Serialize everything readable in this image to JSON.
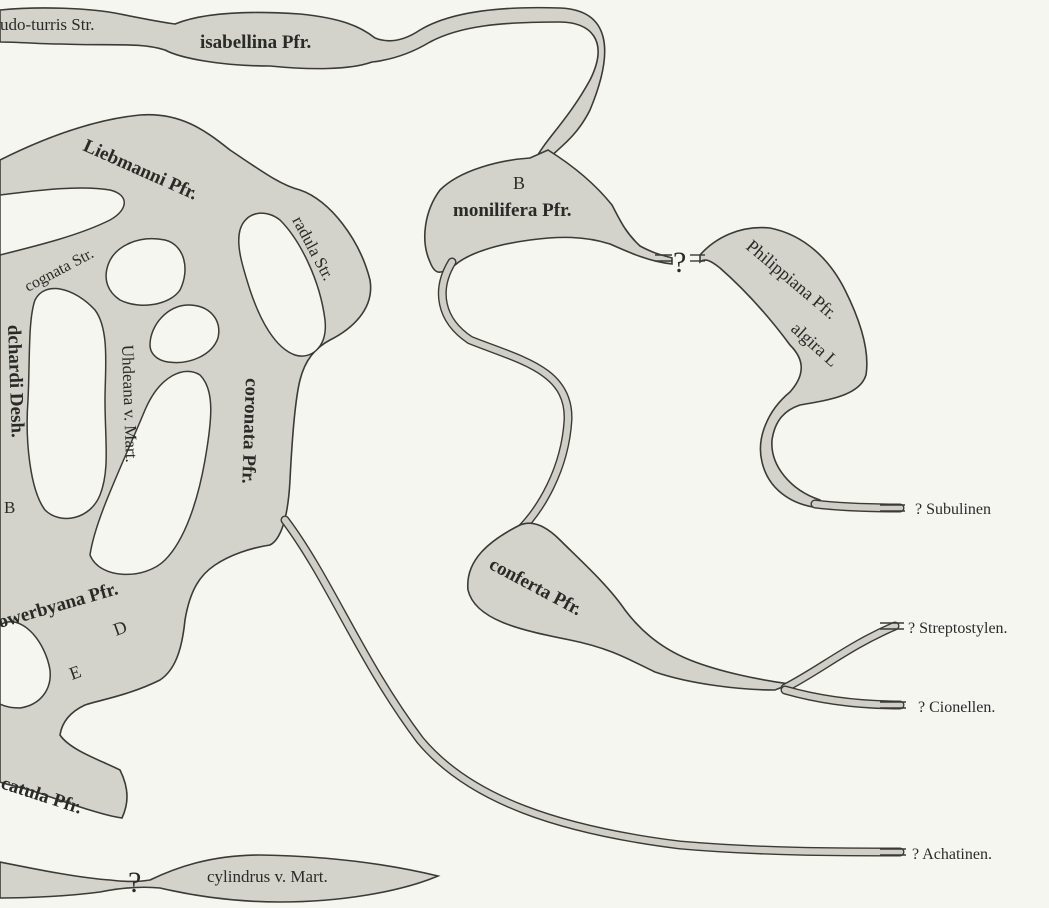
{
  "taxa": {
    "pseudo_turris": "udo-turris Str.",
    "isabellina": "isabellina Pfr.",
    "liebmanni": "Liebmanni Pfr.",
    "radula": "radula Str.",
    "cognata": "cognata Str.",
    "monilifera_letter": "B",
    "monilifera": "monilifera Pfr.",
    "philippiana": "Philippiana Pfr.",
    "algira": "algira L",
    "dejahardi": "dchardi Desh.",
    "dejahardi_letter": "B",
    "uhdeana": "Uhdeana v. Mart.",
    "coronata": "coronata Pfr.",
    "conferta": "conferta Pfr.",
    "sowerbyana": "owerbyana Pfr.",
    "letter_e": "E",
    "letter_d": "D",
    "catula": "catula Pfr.",
    "cylindrus": "cylindrus v. Mart."
  },
  "question_marks": {
    "upper": "?",
    "lower": "?"
  },
  "endpoints": {
    "subulinen": "? Subulinen",
    "streptostylen": "? Streptostylen.",
    "cionellen": "? Cionellen.",
    "achatinen": "? Achatinen."
  },
  "colors": {
    "blob_fill": "#d3d3cc",
    "blob_dark": "#b9b9b1",
    "outline": "#3a3a36",
    "paper": "#f6f6f1"
  }
}
